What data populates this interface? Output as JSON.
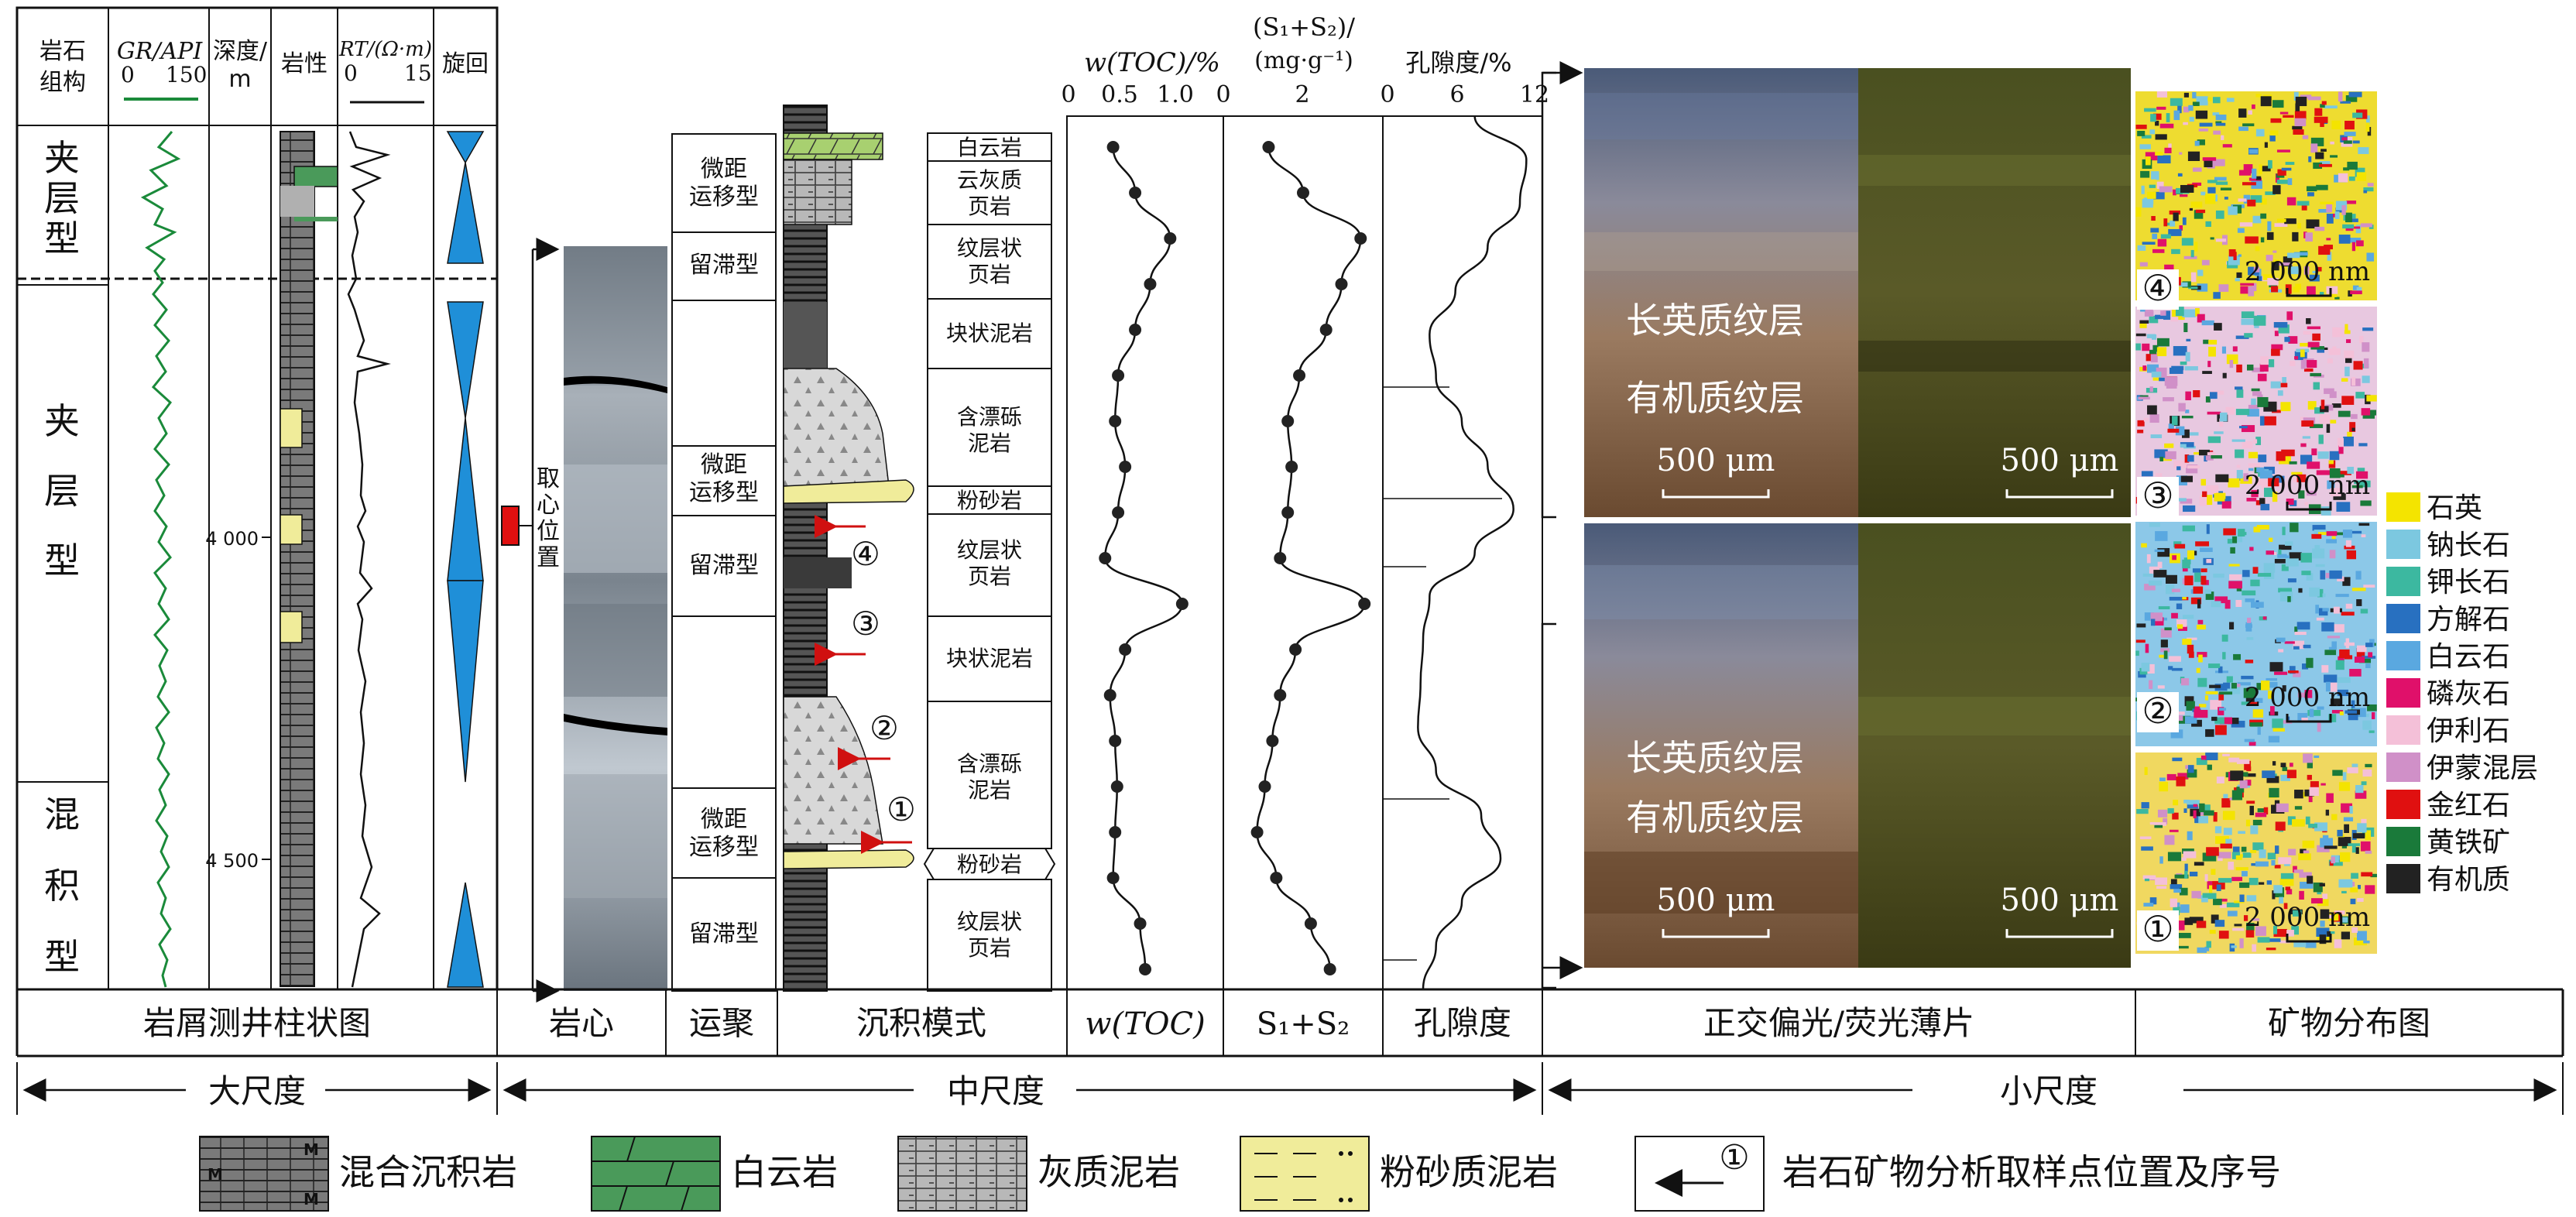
{
  "colors": {
    "gr_curve": "#1a8a3a",
    "dolomite": "#4a9a5a",
    "dolomite_light": "#a8d070",
    "silt": "#f0ec9a",
    "mixed": "#7a7a7a",
    "cycle": "#1f8fd8",
    "arrow": "#d01010",
    "core_marker": "#e01010"
  },
  "log_header": {
    "rock_assembly": "岩石组构",
    "gr": "GR/API",
    "gr_min": "0",
    "gr_max": "150",
    "depth": "深度/m",
    "lithology": "岩性",
    "rt": "RT/(Ω·m)",
    "rt_min": "0",
    "rt_max": "15",
    "cycle": "旋回"
  },
  "assembly_types": {
    "interlayer_a": [
      "夹",
      "层",
      "型"
    ],
    "interlayer_b": [
      "夹",
      "层",
      "型"
    ],
    "mixed": [
      "混",
      "积",
      "型"
    ]
  },
  "depth_ticks": [
    "4 000",
    "4 500"
  ],
  "core_marker_label": [
    "取",
    "心",
    "位",
    "置"
  ],
  "migration_boxes": [
    "微距运移型",
    "留滞型",
    "微距运移型",
    "留滞型",
    "微距运移型",
    "留滞型"
  ],
  "facies_boxes": [
    "白云岩",
    "云灰质页岩",
    "纹层状页岩",
    "块状泥岩",
    "含漂砾泥岩",
    "粉砂岩",
    "纹层状页岩",
    "块状泥岩",
    "含漂砾泥岩",
    "粉砂岩",
    "纹层状页岩"
  ],
  "sample_numbers": [
    "④",
    "③",
    "②",
    "①"
  ],
  "curve_headers": {
    "toc": "w(TOC)/%",
    "toc_ticks": [
      "0",
      "0.5",
      "1.0",
      "0"
    ],
    "s1s2_top": "(S₁+S₂)/",
    "s1s2_unit": "(mg·g⁻¹)",
    "s1s2_ticks": [
      "2"
    ],
    "por": "孔隙度/%",
    "por_ticks": [
      "0",
      "6",
      "12"
    ]
  },
  "chart_data": [
    {
      "type": "line",
      "title": "w(TOC)/%",
      "xlim": [
        0,
        1.5
      ],
      "x": [
        0.43,
        0.65,
        1.0,
        0.8,
        0.65,
        0.48,
        0.45,
        0.55,
        0.48,
        0.35,
        1.12,
        0.55,
        0.4,
        0.45,
        0.47,
        0.45,
        0.43,
        0.7,
        0.75
      ]
    },
    {
      "type": "line",
      "title": "(S₁+S₂)/(mg·g⁻¹)",
      "xlim": [
        0,
        4
      ],
      "x": [
        1.1,
        2.0,
        3.5,
        3.0,
        2.6,
        1.9,
        1.6,
        1.7,
        1.6,
        1.4,
        3.6,
        1.8,
        1.4,
        1.2,
        1.0,
        0.8,
        1.3,
        2.2,
        2.7
      ]
    },
    {
      "type": "line",
      "title": "孔隙度/%",
      "xlim": [
        0,
        12
      ],
      "x": [
        7.0,
        11.0,
        10.5,
        8.0,
        5.5,
        3.5,
        4.0,
        6.0,
        8.0,
        10.0,
        7.0,
        3.5,
        3.0,
        2.8,
        2.6,
        4.0,
        7.5,
        9.0,
        6.0,
        4.0,
        3.0
      ]
    }
  ],
  "micro_labels": {
    "felsic_lamina": "长英质纹层",
    "organic_lamina": "有机质纹层",
    "scale_um": "500 μm",
    "scale_nm": "2 000 nm"
  },
  "mineral_legend": [
    {
      "name": "石英",
      "color": "#f4e400"
    },
    {
      "name": "钠长石",
      "color": "#7cc8e0"
    },
    {
      "name": "钾长石",
      "color": "#3cb8a0"
    },
    {
      "name": "方解石",
      "color": "#2870c0"
    },
    {
      "name": "白云石",
      "color": "#5aa8e0"
    },
    {
      "name": "磷灰石",
      "color": "#e0106a"
    },
    {
      "name": "伊利石",
      "color": "#f4c0d8"
    },
    {
      "name": "伊蒙混层",
      "color": "#d090c8"
    },
    {
      "name": "金红石",
      "color": "#e01010"
    },
    {
      "name": "黄铁矿",
      "color": "#1a7a3a"
    },
    {
      "name": "有机质",
      "color": "#222222"
    }
  ],
  "footer": {
    "section_labels": [
      "岩屑测井柱状图",
      "岩心",
      "运聚",
      "沉积模式",
      "w(TOC)",
      "S₁+S₂",
      "孔隙度",
      "正交偏光/荧光薄片",
      "矿物分布图"
    ],
    "scales": [
      "大尺度",
      "中尺度",
      "小尺度"
    ]
  },
  "legend": {
    "mixed": "混合沉积岩",
    "dolomite": "白云岩",
    "limy_mudstone": "灰质泥岩",
    "silty_mudstone": "粉砂质泥岩",
    "sample_mark": "①",
    "sample_text": "岩石矿物分析取样点位置及序号"
  }
}
